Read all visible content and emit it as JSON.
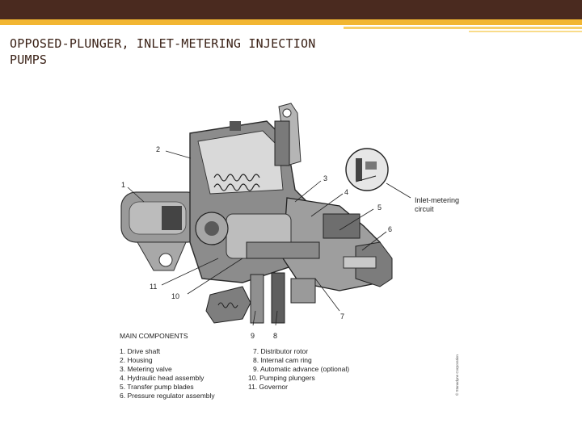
{
  "slide": {
    "title": "OPPOSED-PLUNGER, INLET-METERING INJECTION PUMPS"
  },
  "diagram": {
    "callouts": [
      "1",
      "2",
      "3",
      "4",
      "5",
      "6",
      "7",
      "8",
      "9",
      "10",
      "11"
    ],
    "inset_label_line1": "Inlet-metering",
    "inset_label_line2": "circuit",
    "components_heading": "MAIN COMPONENTS",
    "components_left": [
      "1. Drive shaft",
      "2. Housing",
      "3. Metering valve",
      "4. Hydraulic head assembly",
      "5. Transfer pump blades",
      "6. Pressure regulator assembly"
    ],
    "components_right": [
      "7. Distributor rotor",
      "8. Internal cam ring",
      "9. Automatic advance (optional)",
      "10. Pumping plungers",
      "11. Governor"
    ],
    "credit": "© Stanadyne Corporation"
  },
  "colors": {
    "top_bar": "#4a2a1f",
    "accent_gold": "#f2b632",
    "title_text": "#3a2116"
  }
}
